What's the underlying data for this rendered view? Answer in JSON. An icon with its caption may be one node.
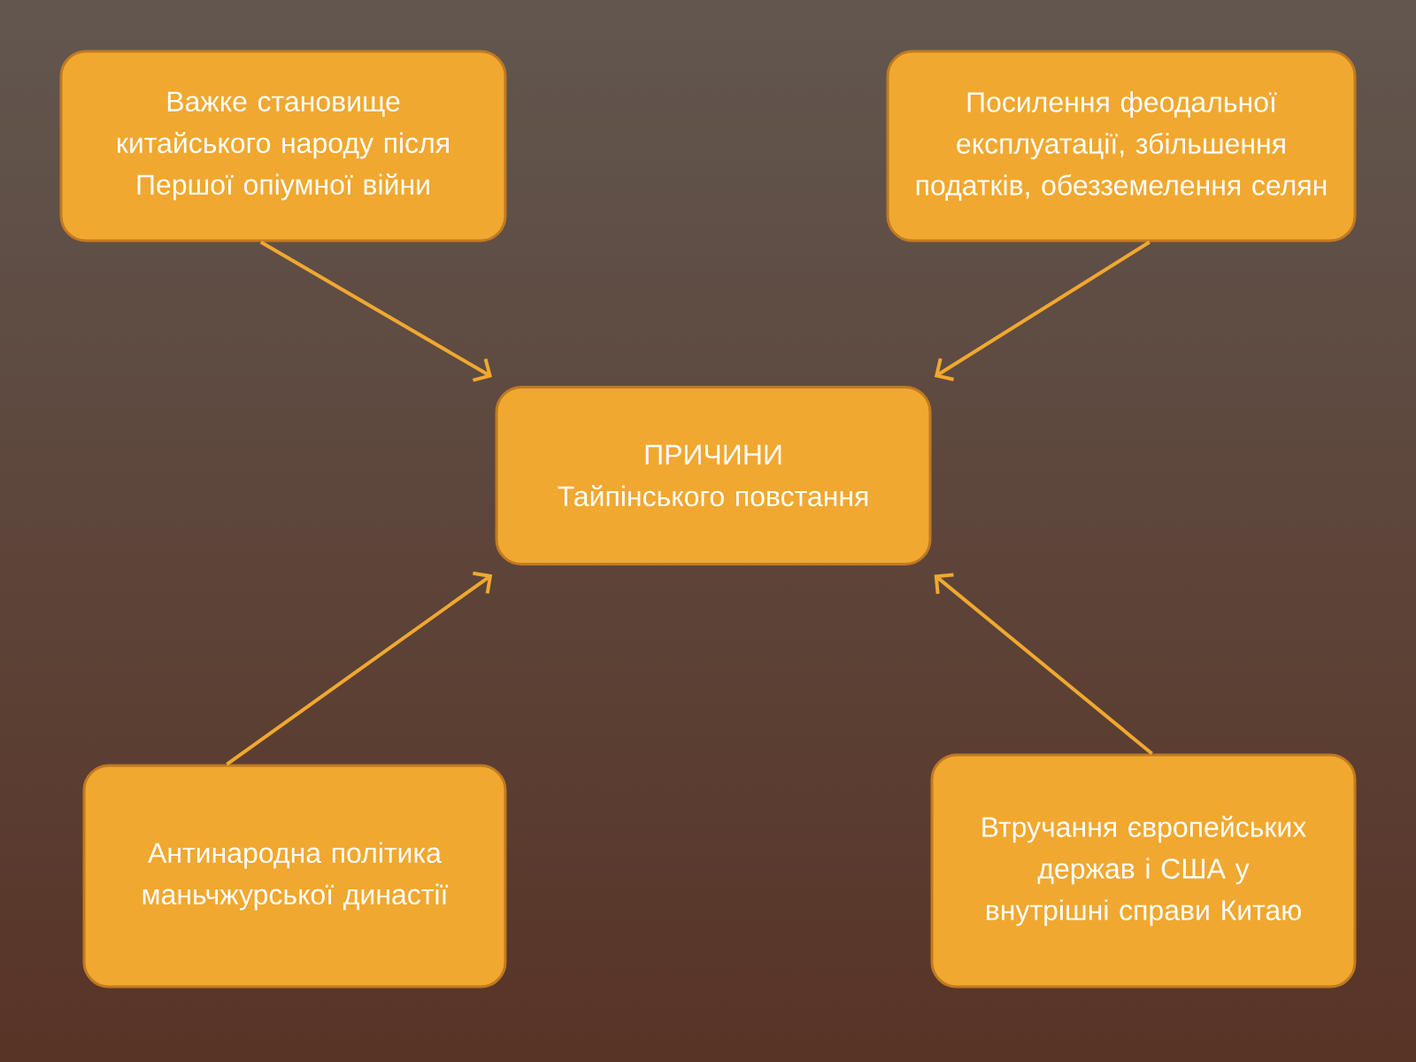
{
  "diagram": {
    "nodes": [
      {
        "text": [
          "ПРИЧИНИ",
          "Тайпінського повстання"
        ]
      },
      {
        "text": [
          "Важке становище китайського народу після Першої опіумної війни"
        ]
      },
      {
        "text": [
          "Посилення феодальної експлуатації, збільшення податків, обезземелення селян"
        ]
      },
      {
        "text": [
          "Антинародна політика маньчжурської династії"
        ]
      },
      {
        "text": [
          "Втручання європейських держав і США у внутрішні справи Китаю"
        ]
      }
    ],
    "edges": [
      {
        "from": 1,
        "to": 0,
        "arrow": "to"
      },
      {
        "from": 2,
        "to": 0,
        "arrow": "to"
      },
      {
        "from": 3,
        "to": 0,
        "arrow": "to"
      },
      {
        "from": 4,
        "to": 0,
        "arrow": "to"
      }
    ]
  }
}
